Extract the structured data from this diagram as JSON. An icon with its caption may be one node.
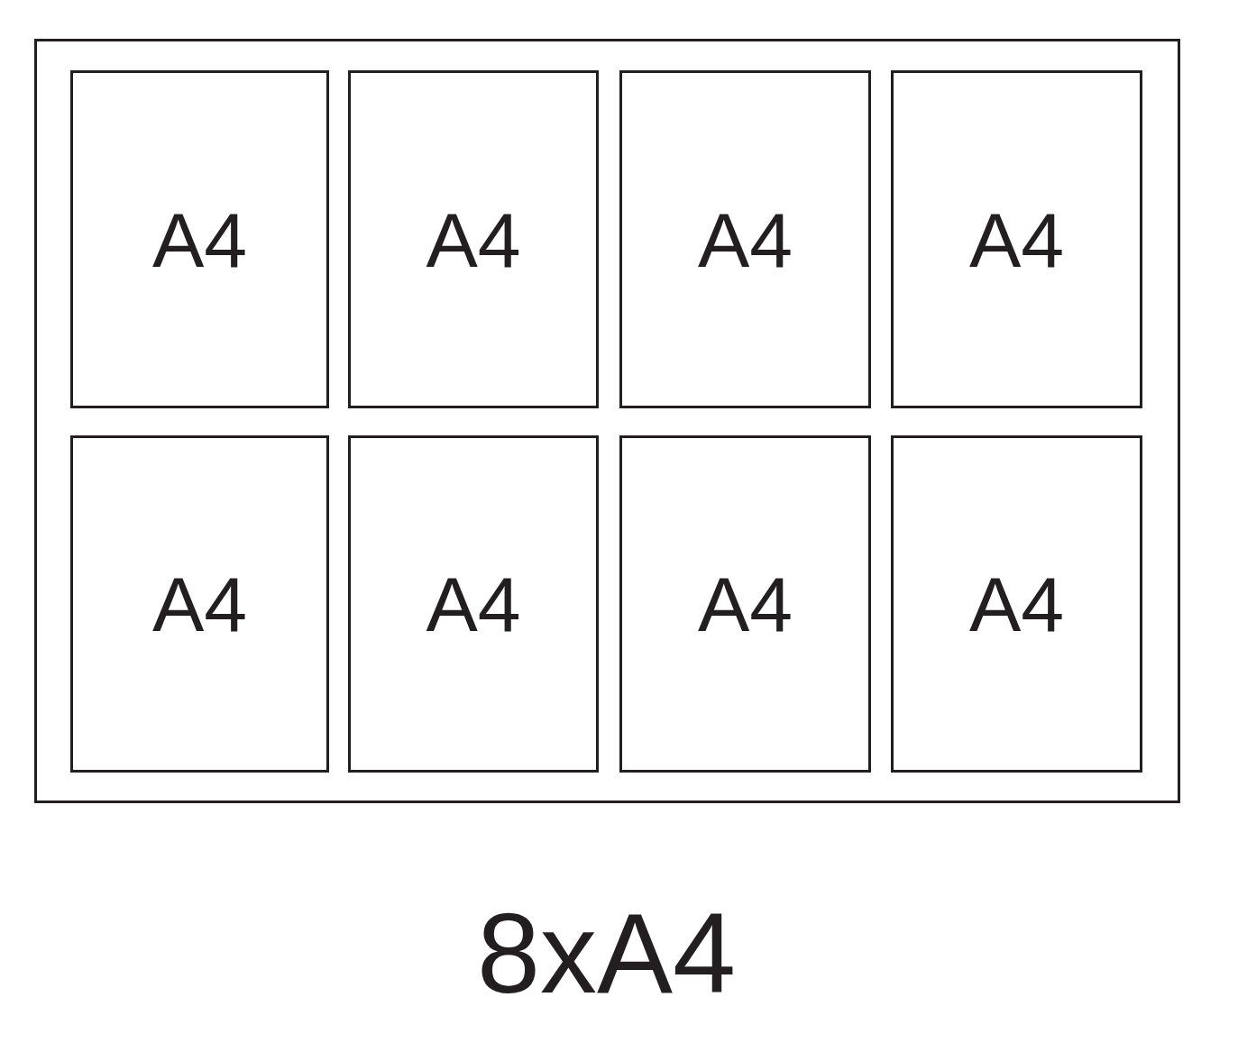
{
  "diagram": {
    "caption": "8xA4",
    "nodes": [
      {
        "text": [],
        "shape": "box"
      },
      {
        "text": [
          "A4"
        ],
        "in": 0
      },
      {
        "text": [
          "A4"
        ],
        "in": 0
      },
      {
        "text": [
          "A4"
        ],
        "in": 0
      },
      {
        "text": [
          "A4"
        ],
        "in": 0
      },
      {
        "text": [
          "A4"
        ],
        "in": 0
      },
      {
        "text": [
          "A4"
        ],
        "in": 0
      },
      {
        "text": [
          "A4"
        ],
        "in": 0
      },
      {
        "text": [
          "A4"
        ],
        "in": 0
      }
    ]
  }
}
